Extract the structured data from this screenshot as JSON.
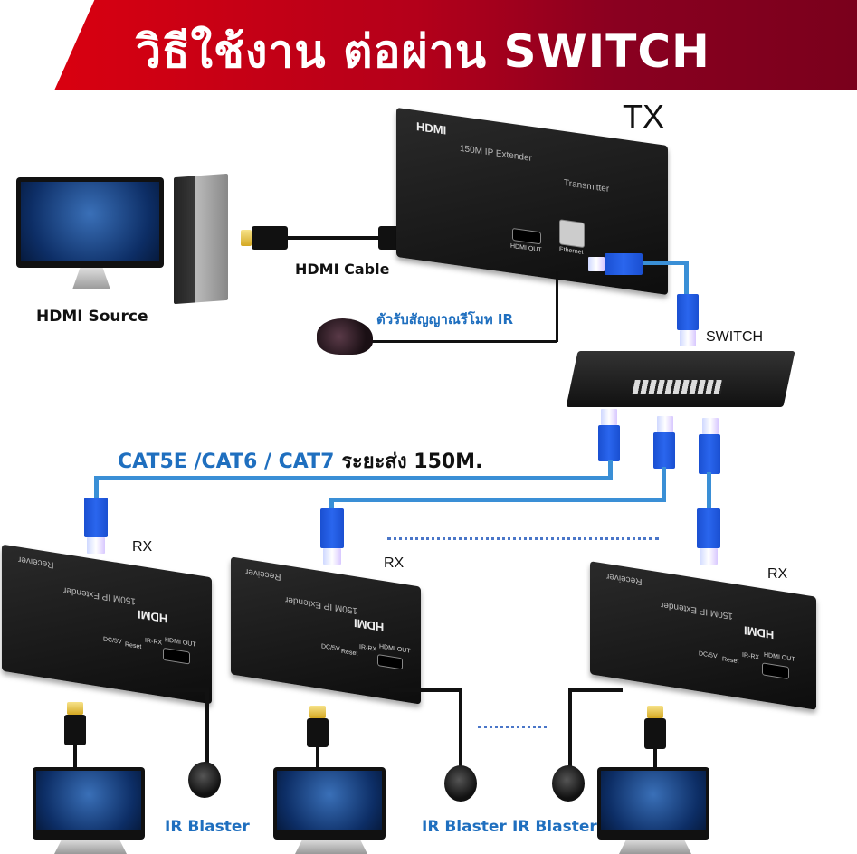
{
  "banner": {
    "title": "วิธีใช้งาน ต่อผ่าน SWITCH",
    "colors": {
      "start": "#d90010",
      "end": "#7a001c",
      "text": "#ffffff"
    }
  },
  "source": {
    "label": "HDMI Source",
    "cable_label": "HDMI Cable"
  },
  "transmitter": {
    "tag": "TX",
    "brand": "HDMI",
    "model": "150M IP Extender",
    "type": "Transmitter",
    "ports": [
      "HDMI OUT",
      "Ethernet"
    ],
    "ir_receiver_label": "ตัวรับสัญญาณรีโมท IR"
  },
  "switch": {
    "label": "SWITCH"
  },
  "cabling": {
    "types": "CAT5E /CAT6 / CAT7",
    "distance": "ระยะส่ง 150M.",
    "colors": {
      "cable": "#3a8fd6",
      "text_blue": "#1f6fbf"
    }
  },
  "receivers": [
    {
      "tag": "RX",
      "brand": "HDMI",
      "model": "150M IP Extender",
      "type": "Receiver",
      "ports": [
        "DC/5V",
        "Reset",
        "IR-RX",
        "HDMI OUT"
      ],
      "ir_label": "IR Blaster"
    },
    {
      "tag": "RX",
      "brand": "HDMI",
      "model": "150M IP Extender",
      "type": "Receiver",
      "ports": [
        "DC/5V",
        "Reset",
        "IR-RX",
        "HDMI OUT"
      ],
      "ir_label": "IR Blaster"
    },
    {
      "tag": "RX",
      "brand": "HDMI",
      "model": "150M IP Extender",
      "type": "Receiver",
      "ports": [
        "DC/5V",
        "Reset",
        "IR-RX",
        "HDMI OUT"
      ],
      "ir_label": "IR Blaster"
    }
  ]
}
